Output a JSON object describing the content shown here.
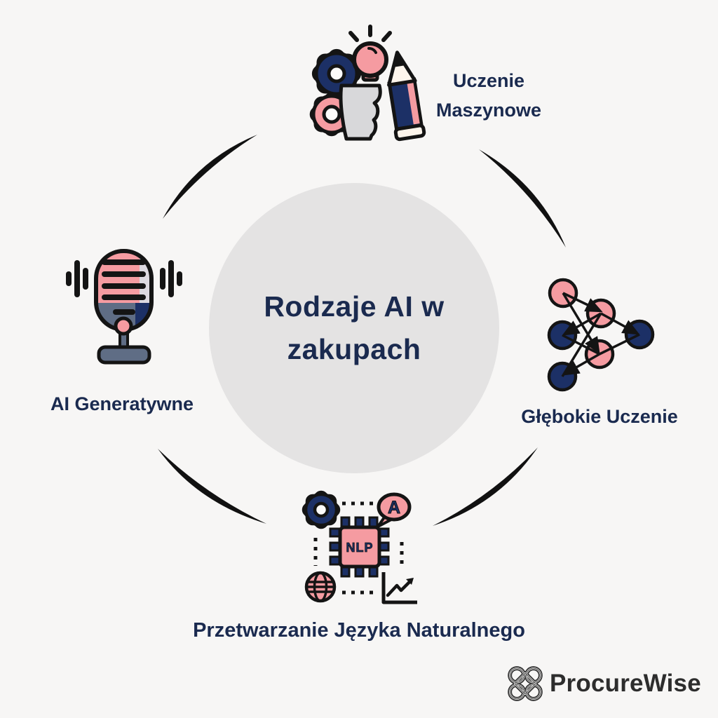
{
  "title": "Rodzaje AI w zakupach",
  "nodes": {
    "top": {
      "label": "Uczenie Maszynowe",
      "icon": "machine-learning-icon"
    },
    "right": {
      "label": "Głębokie Uczenie",
      "icon": "neural-network-icon"
    },
    "bottom": {
      "label": "Przetwarzanie Języka Naturalnego",
      "icon": "nlp-chip-icon"
    },
    "left": {
      "label": "AI Generatywne",
      "icon": "microphone-icon"
    }
  },
  "icon_text": {
    "chip_label": "NLP",
    "bubble_letter": "A"
  },
  "brand": {
    "name": "ProcureWise"
  },
  "colors": {
    "background": "#f7f6f5",
    "center_circle": "#e4e3e3",
    "text_navy": "#1a2a4f",
    "icon_pink": "#f59ba1",
    "icon_navy": "#1c3066",
    "icon_outline": "#141414",
    "icon_slate": "#5f6d85",
    "icon_gray": "#d8d8da",
    "logo_dark": "#2d2d2d"
  }
}
